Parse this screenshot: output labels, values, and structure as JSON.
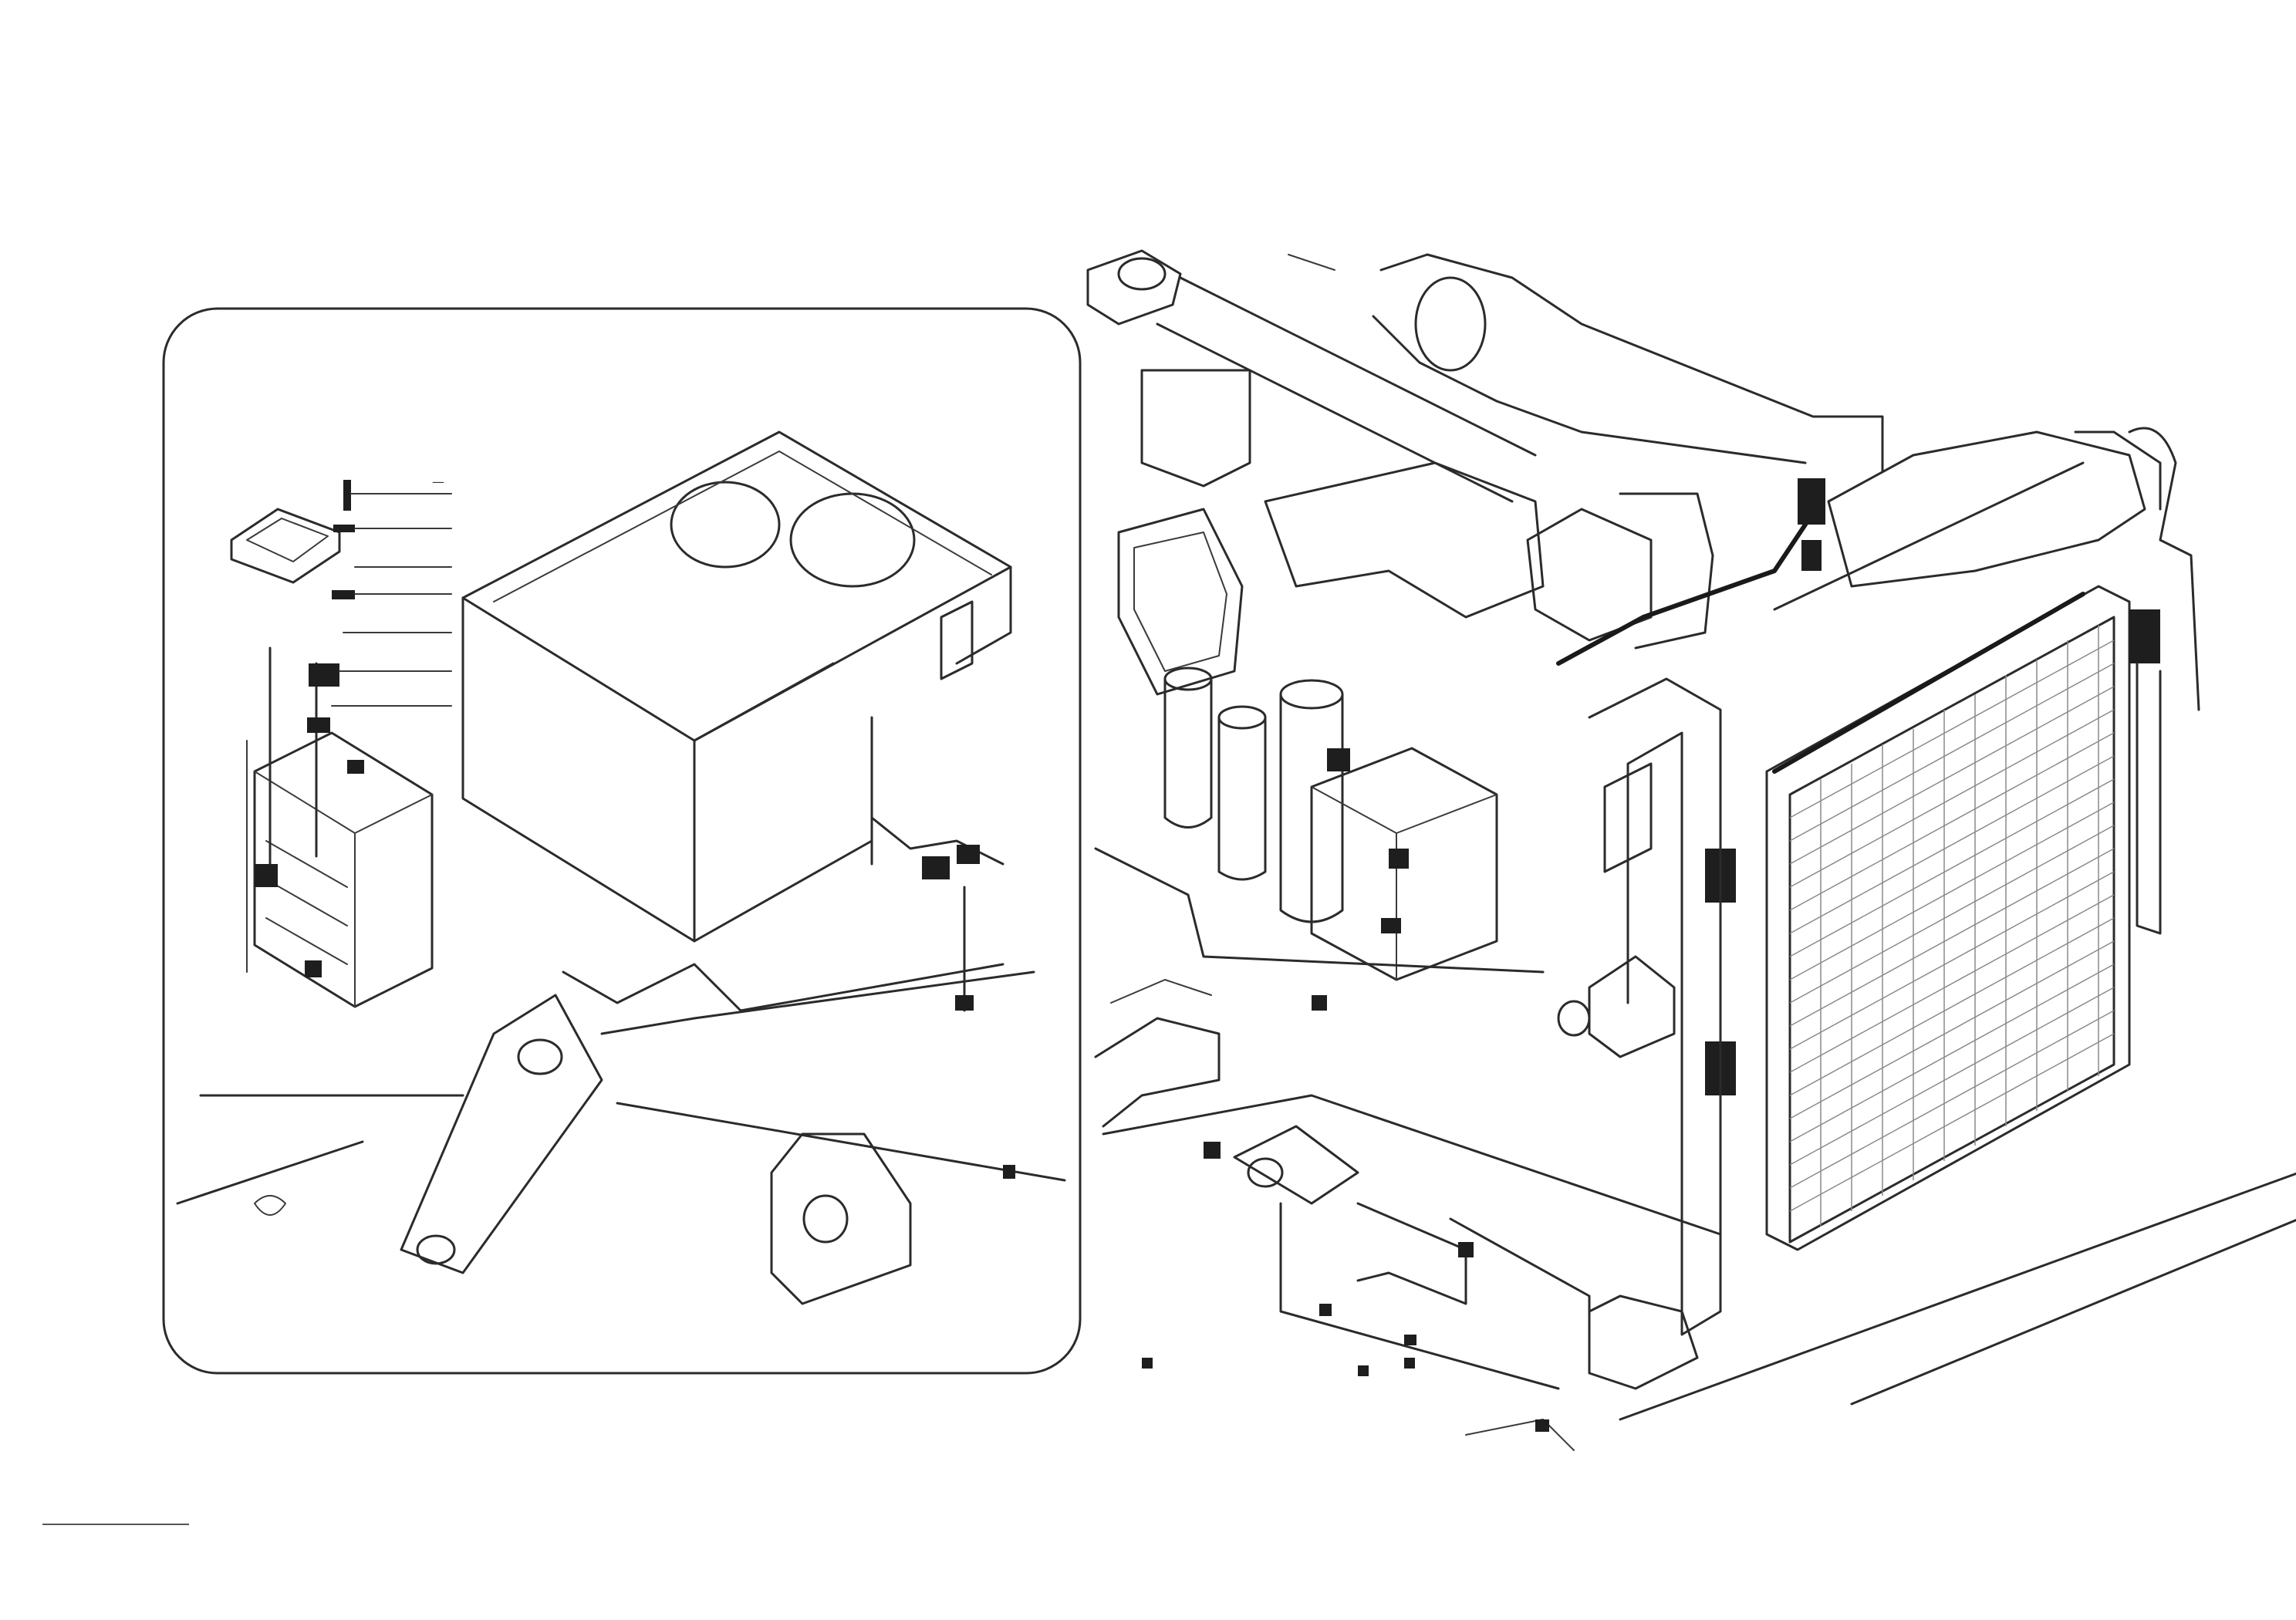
{
  "figure": {
    "footer_code_top": "",
    "footer_code_bottom": ""
  },
  "palette": {
    "line": "#2b2b2b",
    "background": "#ffffff",
    "fin": "#8a8a8a"
  },
  "icons": [
    "battery-box",
    "battery-cover",
    "radiator-core",
    "frame-bracket"
  ]
}
